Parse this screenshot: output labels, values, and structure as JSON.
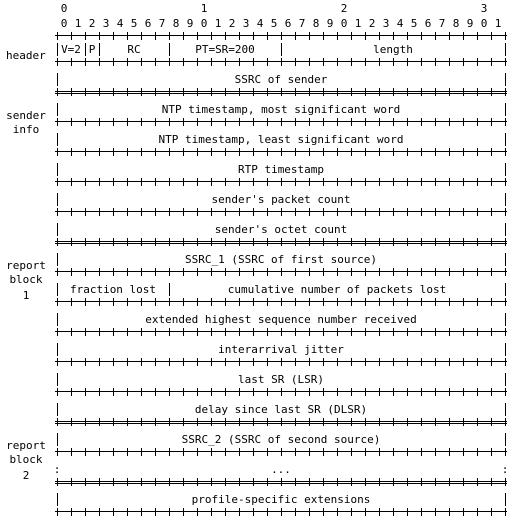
{
  "ruler": {
    "tens": [
      "0",
      "1",
      "2",
      "3"
    ],
    "units": [
      "0",
      "1",
      "2",
      "3",
      "4",
      "5",
      "6",
      "7",
      "8",
      "9",
      "0",
      "1",
      "2",
      "3",
      "4",
      "5",
      "6",
      "7",
      "8",
      "9",
      "0",
      "1",
      "2",
      "3",
      "4",
      "5",
      "6",
      "7",
      "8",
      "9",
      "0",
      "1"
    ]
  },
  "labels": {
    "header": "header",
    "sender_info": [
      "sender",
      "info"
    ],
    "report_block_1": [
      "report",
      "block",
      "1"
    ],
    "report_block_2": [
      "report",
      "block",
      "2"
    ]
  },
  "rows": [
    {
      "fields": [
        {
          "text": "V=2",
          "from": 0,
          "to": 2
        },
        {
          "text": "P",
          "from": 2,
          "to": 3
        },
        {
          "text": "RC",
          "from": 3,
          "to": 8
        },
        {
          "text": "PT=SR=200",
          "from": 8,
          "to": 16
        },
        {
          "text": "length",
          "from": 16,
          "to": 32
        }
      ],
      "sep_after": "plain"
    },
    {
      "fields": [
        {
          "text": "SSRC of sender",
          "from": 0,
          "to": 32
        }
      ],
      "sep_after": "double"
    },
    {
      "fields": [
        {
          "text": "NTP timestamp, most significant word",
          "from": 0,
          "to": 32
        }
      ],
      "sep_after": "plain"
    },
    {
      "fields": [
        {
          "text": "NTP timestamp, least significant word",
          "from": 0,
          "to": 32
        }
      ],
      "sep_after": "plain"
    },
    {
      "fields": [
        {
          "text": "RTP timestamp",
          "from": 0,
          "to": 32
        }
      ],
      "sep_after": "plain"
    },
    {
      "fields": [
        {
          "text": "sender's packet count",
          "from": 0,
          "to": 32
        }
      ],
      "sep_after": "plain"
    },
    {
      "fields": [
        {
          "text": "sender's octet count",
          "from": 0,
          "to": 32
        }
      ],
      "sep_after": "double"
    },
    {
      "fields": [
        {
          "text": "SSRC_1 (SSRC of first source)",
          "from": 0,
          "to": 32
        }
      ],
      "sep_after": "plain"
    },
    {
      "fields": [
        {
          "text": "fraction lost",
          "from": 0,
          "to": 8
        },
        {
          "text": "cumulative number of packets lost",
          "from": 8,
          "to": 32
        }
      ],
      "sep_after": "plain"
    },
    {
      "fields": [
        {
          "text": "extended highest sequence number received",
          "from": 0,
          "to": 32
        }
      ],
      "sep_after": "plain"
    },
    {
      "fields": [
        {
          "text": "interarrival jitter",
          "from": 0,
          "to": 32
        }
      ],
      "sep_after": "plain"
    },
    {
      "fields": [
        {
          "text": "last SR (LSR)",
          "from": 0,
          "to": 32
        }
      ],
      "sep_after": "plain"
    },
    {
      "fields": [
        {
          "text": "delay since last SR (DLSR)",
          "from": 0,
          "to": 32
        }
      ],
      "sep_after": "double"
    },
    {
      "fields": [
        {
          "text": "SSRC_2 (SSRC of second source)",
          "from": 0,
          "to": 32
        }
      ],
      "sep_after": "plain"
    },
    {
      "fields": [
        {
          "text": "...",
          "from": 0,
          "to": 32
        }
      ],
      "sep_after": "double",
      "dotted": true
    },
    {
      "fields": [
        {
          "text": "profile-specific extensions",
          "from": 0,
          "to": 32
        }
      ],
      "sep_after": "plain"
    }
  ]
}
